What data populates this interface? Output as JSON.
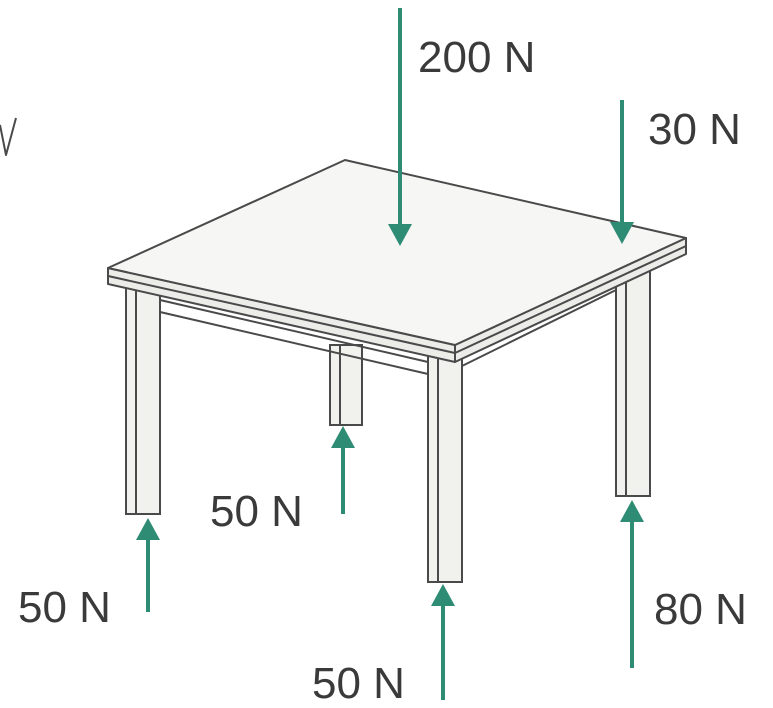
{
  "diagram": {
    "colors": {
      "arrow": "#2e8b74",
      "outline": "#4a4a4a",
      "text": "#3a3a3a"
    },
    "forces": {
      "top_center": {
        "label": "200 N",
        "direction": "down"
      },
      "top_right": {
        "label": "30 N",
        "direction": "down"
      },
      "leg_back_left": {
        "label": "50 N",
        "direction": "up"
      },
      "leg_front_left": {
        "label": "50 N",
        "direction": "up"
      },
      "leg_front_center": {
        "label": "50 N",
        "direction": "up"
      },
      "leg_front_right": {
        "label": "80 N",
        "direction": "up"
      }
    }
  }
}
